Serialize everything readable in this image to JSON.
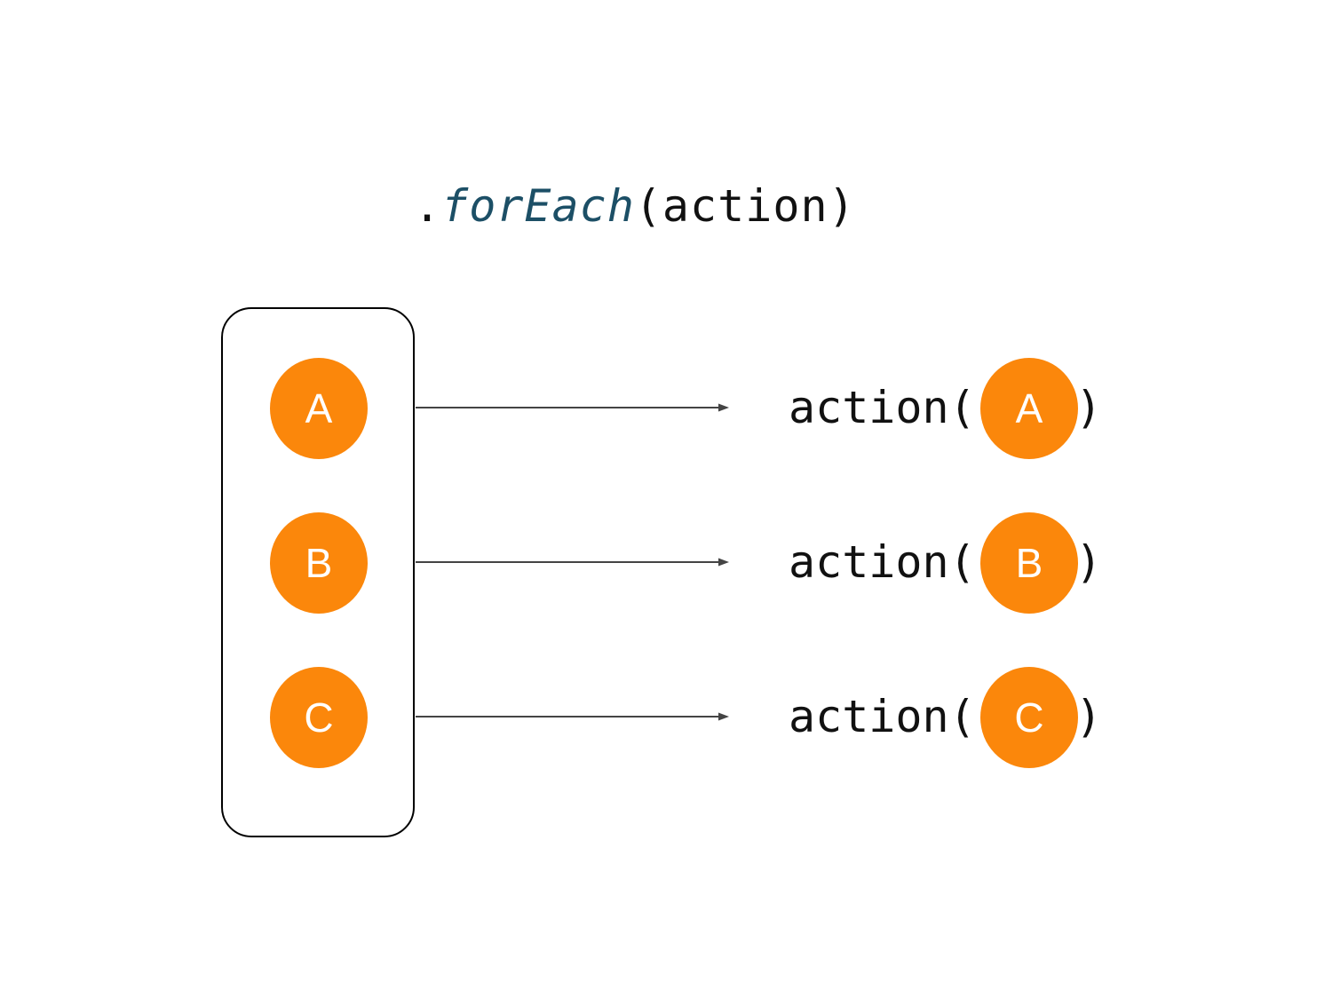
{
  "header": {
    "dot": ".",
    "method": "forEach",
    "args": "(action)"
  },
  "items": [
    {
      "label": "A"
    },
    {
      "label": "B"
    },
    {
      "label": "C"
    }
  ],
  "calls": [
    {
      "fn": "action(",
      "arg": "A",
      "close": ")"
    },
    {
      "fn": "action(",
      "arg": "B",
      "close": ")"
    },
    {
      "fn": "action(",
      "arg": "C",
      "close": ")"
    }
  ],
  "colors": {
    "accent": "#fb870b",
    "method": "#1c4f66",
    "arrow": "#444444"
  }
}
